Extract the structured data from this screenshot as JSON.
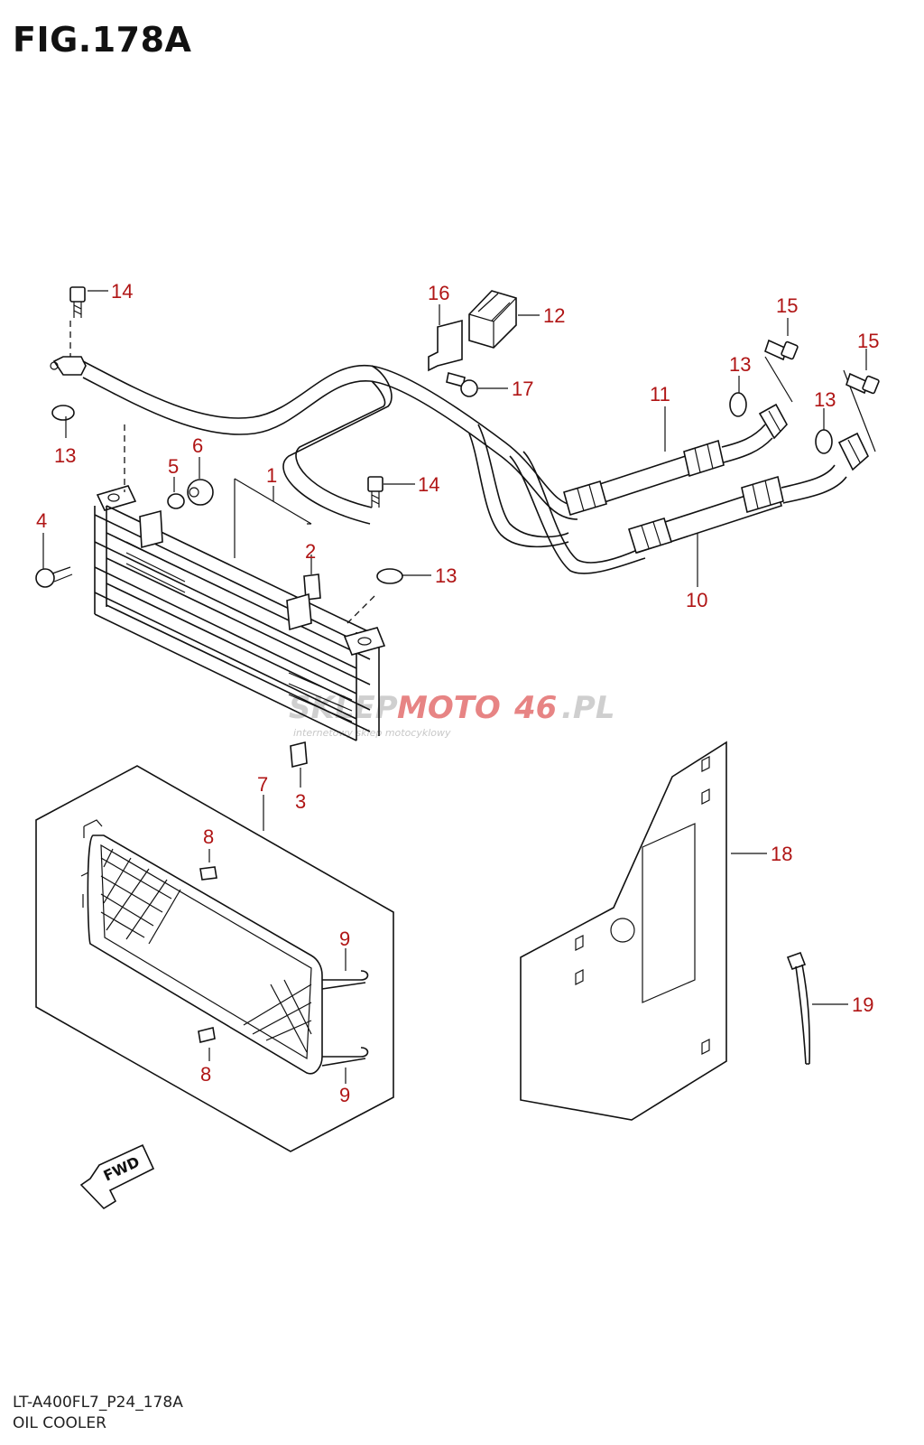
{
  "figure": {
    "title": "FIG.178A",
    "model_code": "LT-A400FL7_P24_178A",
    "section_name": "OIL COOLER"
  },
  "watermark": {
    "brand_left": "SKLEP",
    "brand_mid": "MOTO",
    "brand_num": "46",
    "brand_tld": ".PL",
    "tagline": "internetowy sklep motocyklowy"
  },
  "fwd_label": "FWD",
  "callouts": [
    "1",
    "2",
    "3",
    "4",
    "5",
    "6",
    "7",
    "8",
    "8",
    "9",
    "9",
    "10",
    "11",
    "12",
    "13",
    "13",
    "13",
    "13",
    "14",
    "14",
    "15",
    "15",
    "16",
    "17",
    "18",
    "19"
  ],
  "colors": {
    "callout": "#b01515",
    "line": "#111111",
    "watermark_red": "#d42020",
    "watermark_grey": "#a8a8a8"
  }
}
